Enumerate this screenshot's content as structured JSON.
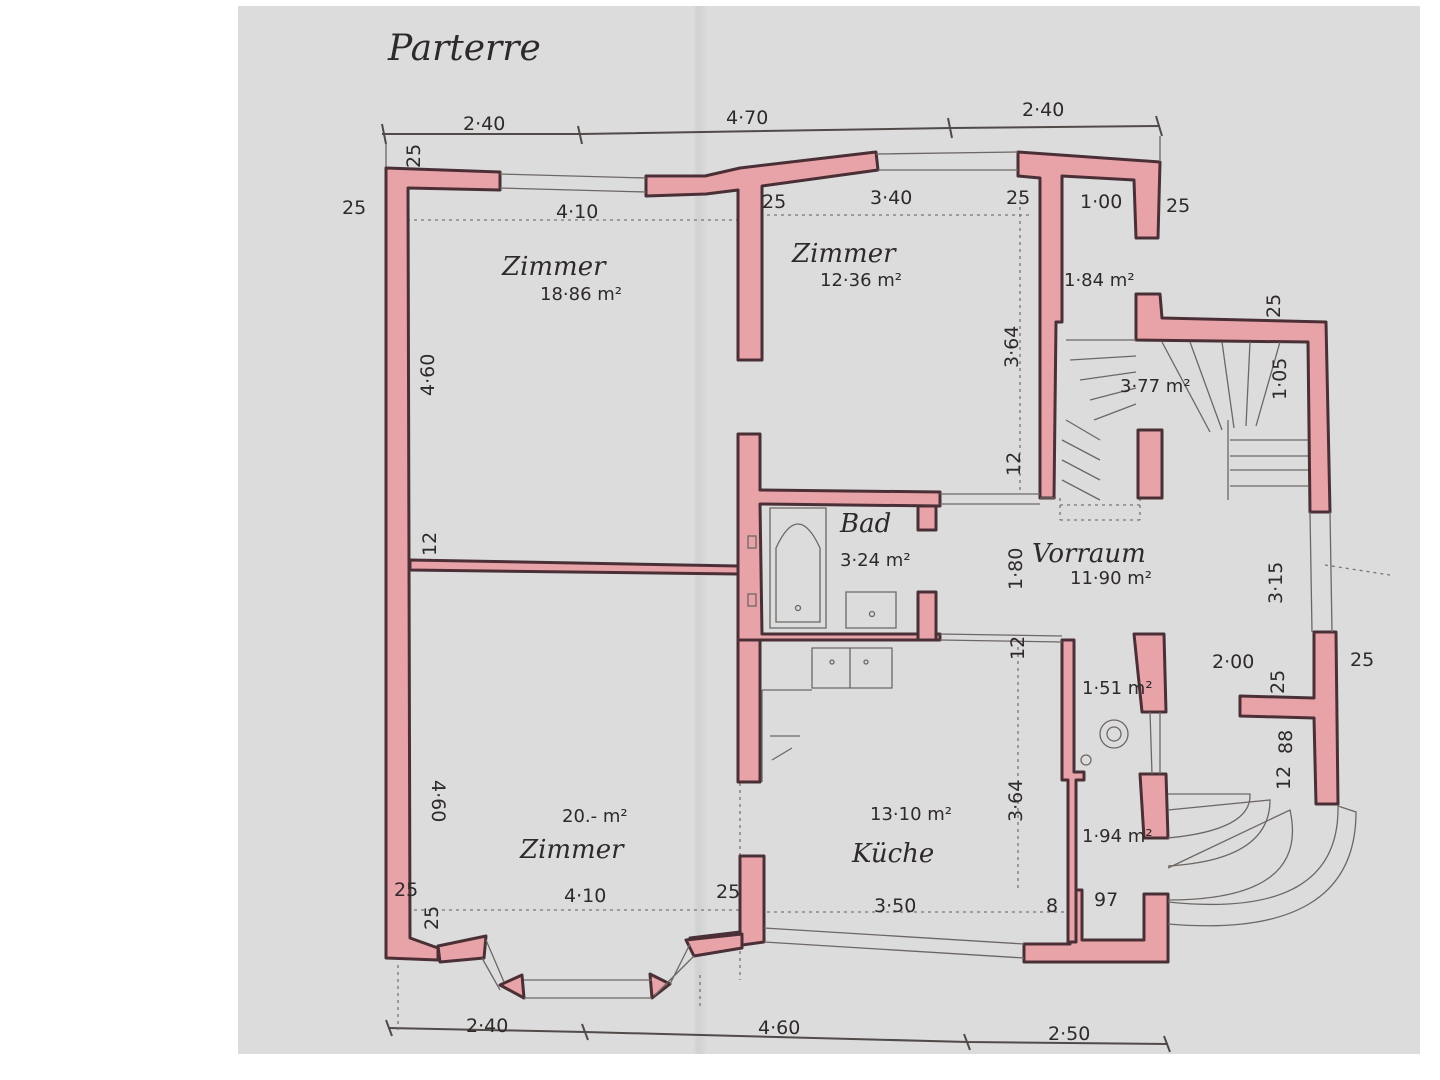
{
  "title": "Parterre",
  "dimensions_top": [
    "2·40",
    "4·70",
    "2·40"
  ],
  "dimensions_bottom": [
    "2·40",
    "4·60",
    "2·50"
  ],
  "dimensions_inner": {
    "d25_top": "25",
    "d25_left": "25",
    "d410_top": "4·10",
    "d25_mid": "25",
    "d340": "3·40",
    "d25_a": "25",
    "d100": "1·00",
    "d25_b": "25",
    "d364_upper": "3·64",
    "d460_upper": "4·60",
    "d12_left": "12",
    "d12_mid": "12",
    "d180": "1·80",
    "d25_right_top": "25",
    "d105": "1·05",
    "d315": "3·15",
    "d200": "2·00",
    "d25_c": "25",
    "d25_d": "25",
    "d88": "88",
    "d12_e": "12",
    "d12_f": "12",
    "d460_lower": "4·60",
    "d364_lower": "3·64",
    "d25_e": "25",
    "d25_f": "25",
    "d410_bottom": "4·10",
    "d25_g": "25",
    "d350": "3·50",
    "d8": "8",
    "d97": "97"
  },
  "rooms": [
    {
      "name": "Zimmer",
      "area": "18·86 m²"
    },
    {
      "name": "Zimmer",
      "area": "12·36 m²"
    },
    {
      "name": "",
      "area": "1·84 m²"
    },
    {
      "name": "",
      "area": "3·77 m²"
    },
    {
      "name": "Bad",
      "area": "3·24 m²"
    },
    {
      "name": "Vorraum",
      "area": "11·90 m²"
    },
    {
      "name": "",
      "area": "1·51 m²"
    },
    {
      "name": "Küche",
      "area": "13·10 m²"
    },
    {
      "name": "Zimmer",
      "area": "20.- m²"
    },
    {
      "name": "",
      "area": "1·94 m²"
    }
  ],
  "colors": {
    "wall": "#e8a3a8",
    "paper": "#dcdcdc",
    "ink": "#2f2a2a"
  }
}
